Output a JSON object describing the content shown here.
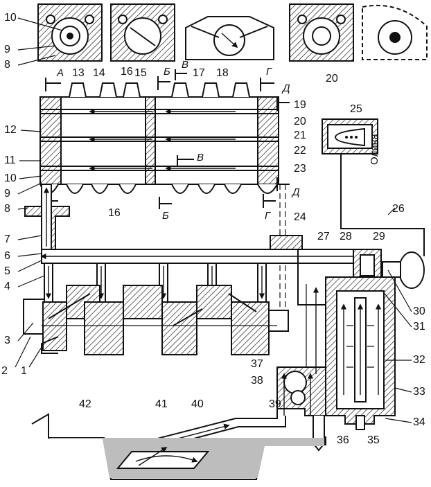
{
  "callouts": [
    "1",
    "2",
    "3",
    "4",
    "5",
    "6",
    "7",
    "8",
    "9",
    "10",
    "11",
    "12",
    "13",
    "14",
    "15",
    "16",
    "17",
    "18",
    "19",
    "20",
    "21",
    "22",
    "23",
    "24",
    "25",
    "26",
    "27",
    "28",
    "29",
    "30",
    "31",
    "32",
    "33",
    "34",
    "35",
    "36",
    "37",
    "38",
    "39",
    "40",
    "41",
    "42"
  ],
  "section_marks": {
    "A": "А",
    "B": "Б",
    "V": "В",
    "G": "Г",
    "D": "Д"
  },
  "gauge_label": "Олива",
  "colors": {
    "ink": "#111111",
    "oil": "#bdbdbd",
    "background": "#ffffff"
  }
}
